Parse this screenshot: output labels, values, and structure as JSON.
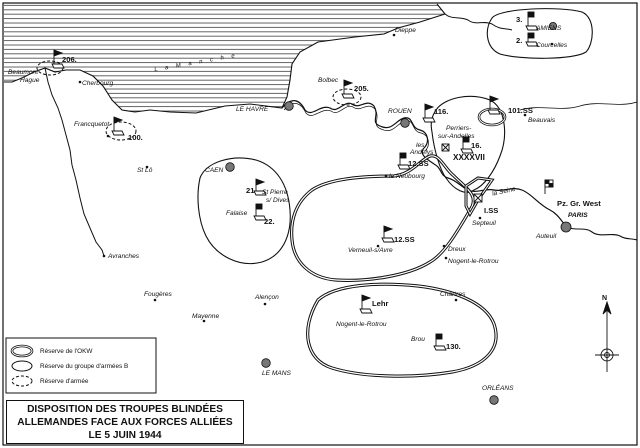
{
  "title": {
    "line1": "DISPOSITION DES TROUPES BLINDÉES",
    "line2": "ALLEMANDES FACE AUX FORCES ALLIÉES",
    "line3": "LE 5 JUIN 1944"
  },
  "sea_label": "L a   M a n c h e",
  "north_label": "N",
  "legend": {
    "okw": "Réserve de l'OKW",
    "group_b": "Réserve du groupe d'armées B",
    "army": "Réserve d'armée"
  },
  "places": {
    "amiens": "AMIENS",
    "courcelles": "Courcelles",
    "dieppe": "Dieppe",
    "beaumont_hague": "Beaumont\nHague",
    "cherbourg": "Cherbourg",
    "bolbec": "Bolbec",
    "le_havre": "LE HAVRE",
    "rouen": "ROUEN",
    "beauvais": "Beauvais",
    "perriers": "Perriers-\nsur-Andelles",
    "les_andelys": "les\nAndelys",
    "francquetot": "Francquetot",
    "saint_lo": "St Lô",
    "caen": "CAEN",
    "saint_pierre": "St Pierre\ns/ Dives",
    "falaise": "Falaise",
    "le_neubourg": "le Neubourg",
    "la_seine": "la Seine",
    "septeuil": "Septeuil",
    "paris": "PARIS",
    "auteuil": "Auteuil",
    "avranches": "Avranches",
    "verneuil": "Verneuil-s/Avre",
    "dreux": "Dreux",
    "nogent_rotrou_n": "Nogent-le-Rotrou",
    "fougeres": "Fougères",
    "mayenne": "Mayenne",
    "alencon": "Alençon",
    "chartres": "Chartres",
    "nogent_rotrou_s": "Nogent-le-Rotrou",
    "brou": "Brou",
    "le_mans": "LE MANS",
    "orleans": "ORLÉANS"
  },
  "units": {
    "u3": "3.",
    "u2": "2.",
    "u206": "206.",
    "u205": "205.",
    "u116": "116.",
    "u101ss": "101.SS",
    "u16": "16.",
    "uxxxxvii": "XXXXVII",
    "u100": "100.",
    "u12ss_a": "12.SS",
    "u21": "21",
    "u22": "22.",
    "u1ss": "I.SS",
    "pzgrwest": "Pz. Gr. West",
    "u12ss_b": "12.SS",
    "lehr": "Lehr",
    "u130": "130."
  }
}
